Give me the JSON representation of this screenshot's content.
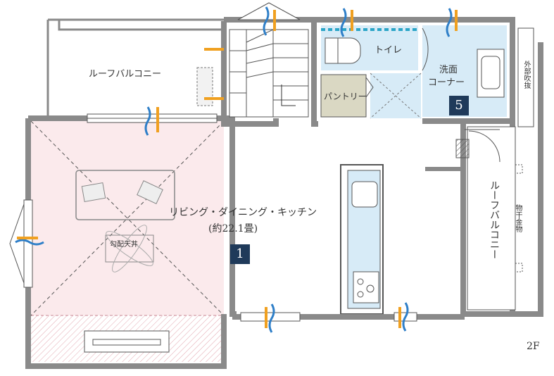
{
  "floor_label": "2F",
  "rooms": {
    "roof_balcony_top": "ルーフバルコニー",
    "ldk_name": "リビング・ダイニング・キッチン",
    "ldk_size": "(約22.1畳)",
    "ldk_badge": "1",
    "ceiling_note": "勾配天井",
    "toilet": "トイレ",
    "washroom_line1": "洗面",
    "washroom_line2": "コーナー",
    "wash_badge": "5",
    "pantry": "パントリー",
    "roof_balcony_right": "ルーフバルコニー",
    "drying_hardware": "物干金物",
    "exterior_void": "外部吹抜"
  },
  "colors": {
    "wall": "#8a8a8a",
    "ldk_floor": "#fbeaec",
    "wet_area": "#d7ebf7",
    "pantry_floor": "#dad8c3",
    "badge": "#1f3a5a",
    "vent_orange": "#f0a020",
    "vent_blue": "#2f7fc8"
  }
}
